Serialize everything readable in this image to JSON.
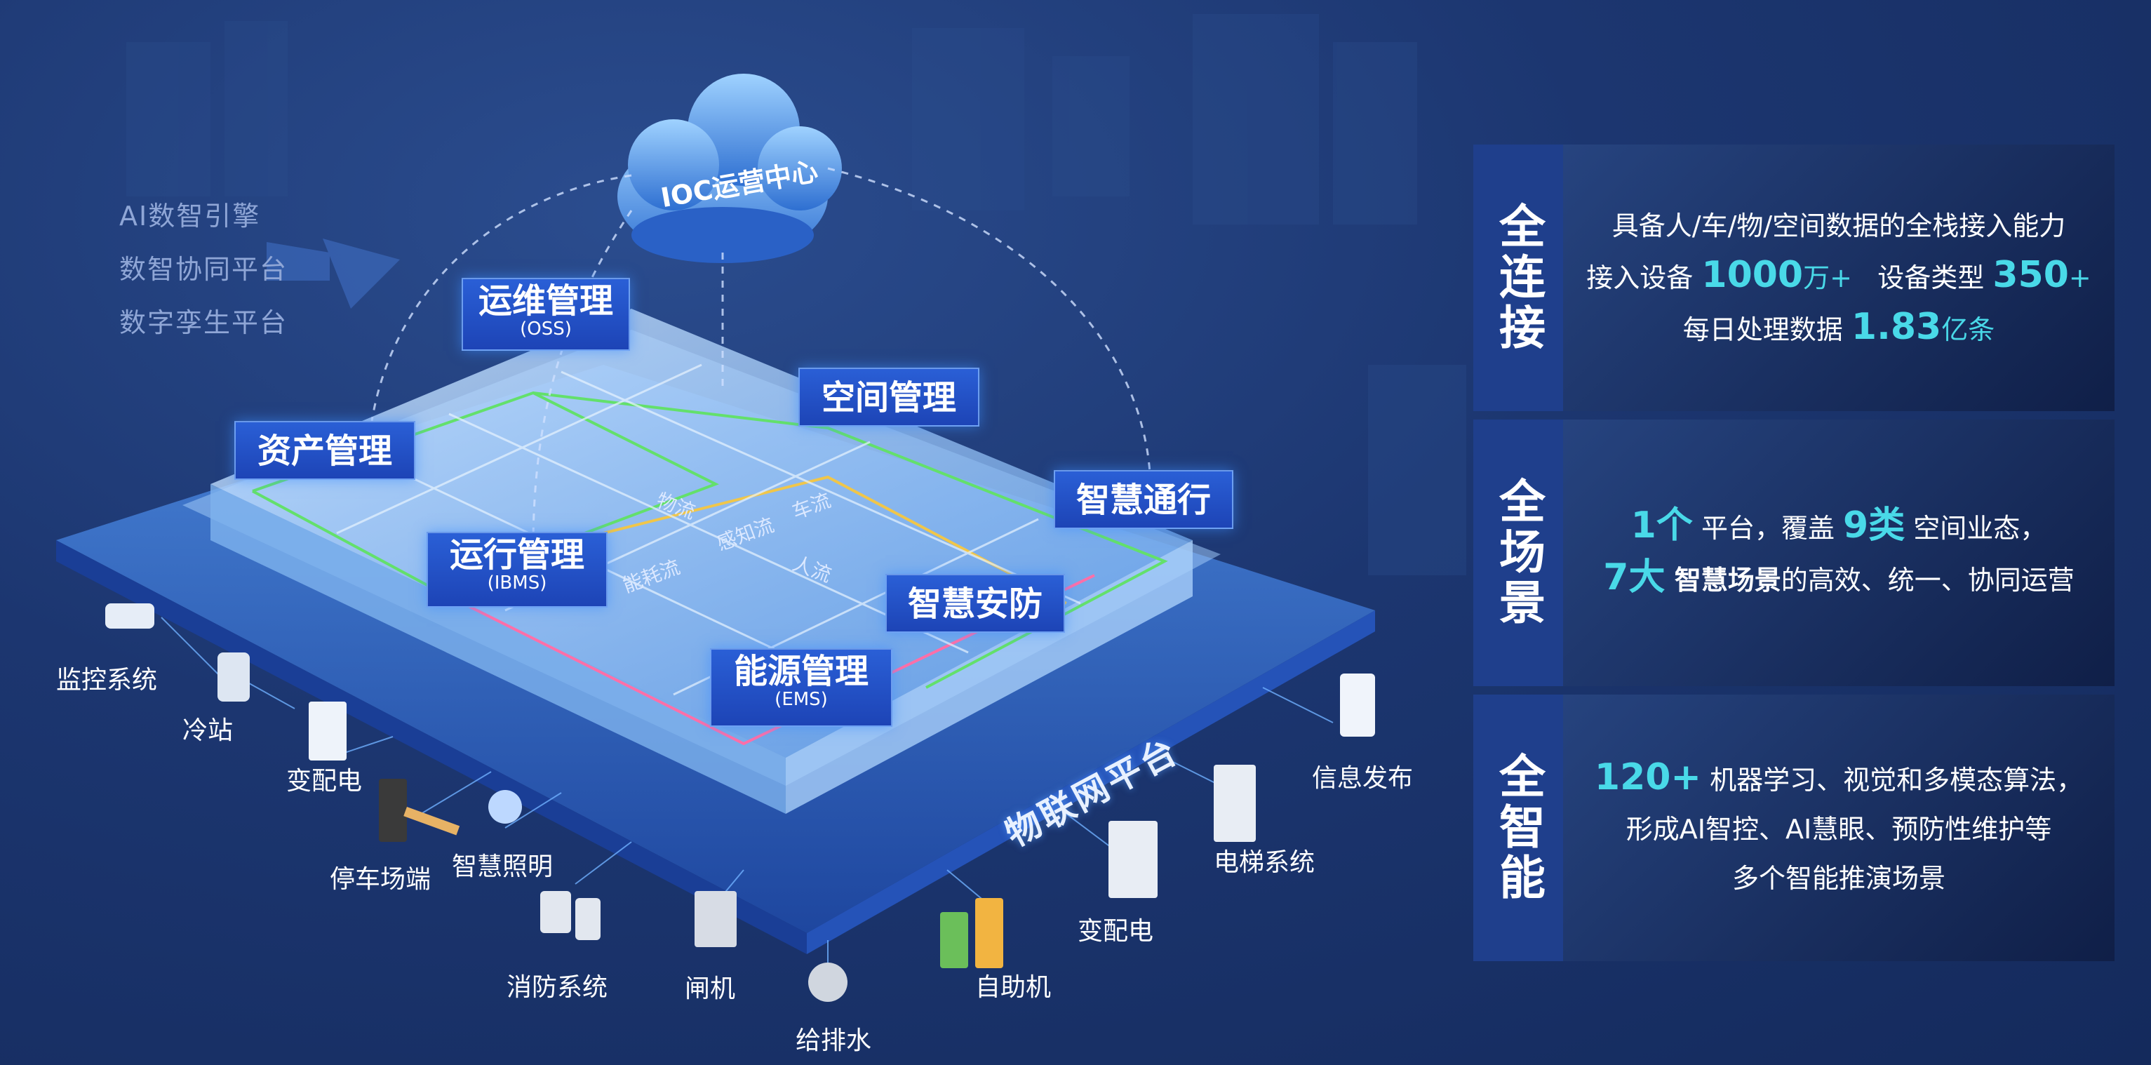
{
  "intro": [
    "AI数智引擎",
    "数智协同平台",
    "数字孪生平台"
  ],
  "cloud": "IOC运营中心",
  "modules": [
    {
      "title": "运维管理",
      "sub": "(OSS)"
    },
    {
      "title": "空间管理",
      "sub": ""
    },
    {
      "title": "资产管理",
      "sub": ""
    },
    {
      "title": "智慧通行",
      "sub": ""
    },
    {
      "title": "运行管理",
      "sub": "(IBMS)"
    },
    {
      "title": "智慧安防",
      "sub": ""
    },
    {
      "title": "能源管理",
      "sub": "(EMS)"
    }
  ],
  "flows": [
    "物流",
    "感知流",
    "车流",
    "能耗流",
    "人流"
  ],
  "iot_platform": "物联网平台",
  "devices": [
    "监控系统",
    "冷站",
    "变配电",
    "停车场端",
    "智慧照明",
    "消防系统",
    "闸机",
    "给排水",
    "自助机",
    "变配电",
    "电梯系统",
    "信息发布"
  ],
  "panels": [
    {
      "side": "全连接",
      "line1": "具备人/车/物/空间数据的全栈接入能力",
      "devices_label": "接入设备",
      "devices_num": "1000",
      "devices_unit": "万+",
      "types_label": "设备类型",
      "types_num": "350",
      "types_unit": "+",
      "daily_label": "每日处理数据",
      "daily_num": "1.83",
      "daily_unit": "亿条"
    },
    {
      "side": "全场景",
      "p_num": "1个",
      "p_text1": " 平台，覆盖 ",
      "p_num2": "9类",
      "p_text2": " 空间业态，",
      "p_num3": "7大",
      "p_em": " 智慧场景",
      "p_text3": "的高效、统一、协同运营"
    },
    {
      "side": "全智能",
      "a_num": "120+",
      "a_text": " 机器学习、视觉和多模态算法，",
      "a_line2": "形成AI智控、AI慧眼、预防性维护等",
      "a_line3": "多个智能推演场景"
    }
  ]
}
